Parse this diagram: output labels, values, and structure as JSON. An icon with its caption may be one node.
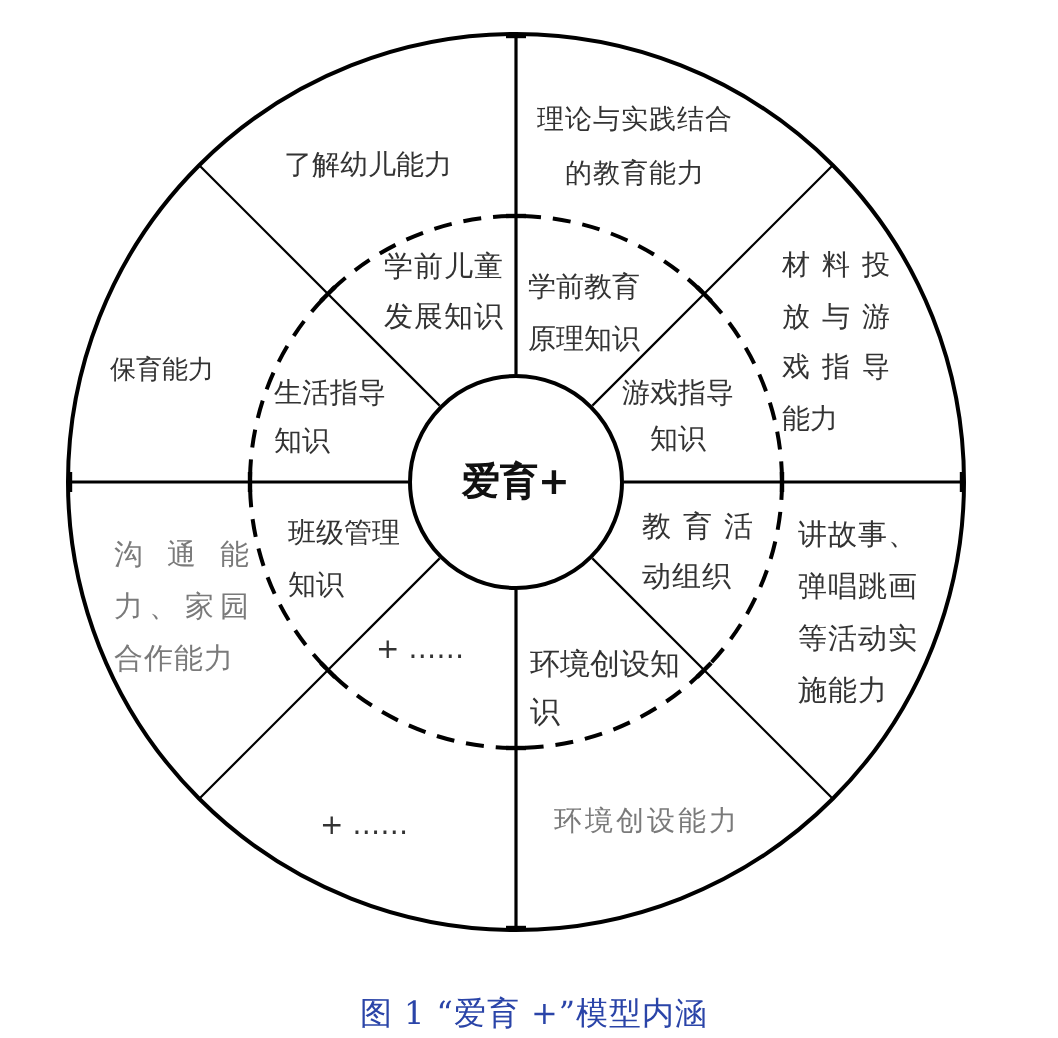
{
  "diagram": {
    "caption": "图 1 “爱育 +”模型内涵",
    "nodes": [
      {
        "text": [
          "爱育+"
        ]
      },
      {
        "text": [
          "学前儿童发展知识"
        ]
      },
      {
        "text": [
          "学前教育原理知识"
        ]
      },
      {
        "text": [
          "游戏指导知识"
        ]
      },
      {
        "text": [
          "教育活动组织"
        ]
      },
      {
        "text": [
          "环境创设知识"
        ]
      },
      {
        "text": [
          "+ ……"
        ]
      },
      {
        "text": [
          "班级管理知识"
        ]
      },
      {
        "text": [
          "生活指导知识"
        ]
      },
      {
        "text": [
          "了解幼儿能力"
        ]
      },
      {
        "text": [
          "理论与实践结合的教育能力"
        ]
      },
      {
        "text": [
          "材料投放与游戏指导能力"
        ]
      },
      {
        "text": [
          "讲故事、弹唱跳画等活动实施能力"
        ]
      },
      {
        "text": [
          "环境创设能力"
        ]
      },
      {
        "text": [
          "+ ……"
        ]
      },
      {
        "text": [
          "沟通能力、家园合作能力"
        ]
      },
      {
        "text": [
          "保育能力"
        ]
      }
    ]
  }
}
